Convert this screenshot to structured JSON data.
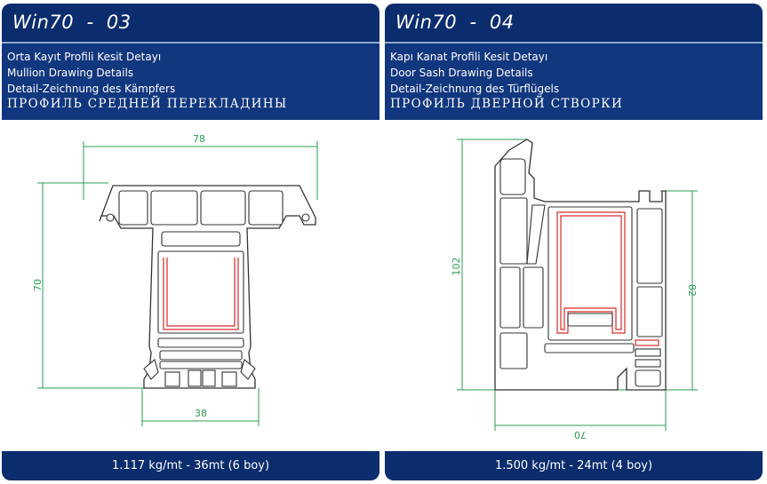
{
  "panels": [
    {
      "title": "Win70  -  03",
      "lines": [
        "Orta Kayıt Profili Kesit Detayı",
        "Mullion Drawing Details",
        "Detail-Zeichnung des Kämpfers",
        "ПРОФИЛЬ СРЕДНЕЙ ПЕРЕКЛАДИНЫ"
      ],
      "dimensions": {
        "top_width": "78",
        "height": "70",
        "bottom_width": "38"
      },
      "footer": "1.117 kg/mt  -  36mt (6 boy)"
    },
    {
      "title": "Win70  -  04",
      "lines": [
        "Kapı Kanat Profili Kesit Detayı",
        "Door Sash Drawing Details",
        "Detail-Zeichnung des Türflügels",
        "ПРОФИЛЬ ДВЕРНОЙ СТВОРКИ"
      ],
      "dimensions": {
        "height": "102",
        "inner_height": "82",
        "bottom_width": "70"
      },
      "footer": "1.500 kg/mt  -  24mt (4 boy)"
    }
  ],
  "colors": {
    "header_bg": "#0b2d6e",
    "desc_bg": "#11377e",
    "dimension": "#2a9d55",
    "reinforcement": "#d62b2b"
  }
}
